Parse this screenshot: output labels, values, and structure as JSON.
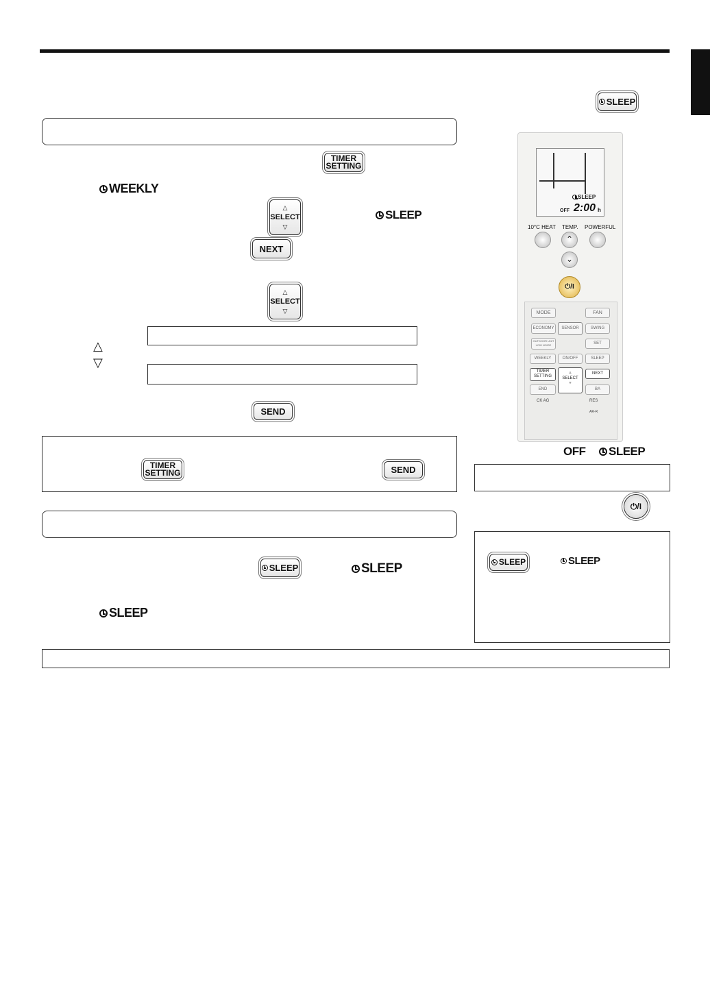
{
  "buttons": {
    "sleep": "SLEEP",
    "timer_setting_1": "TIMER",
    "timer_setting_2": "SETTING",
    "select": "SELECT",
    "next": "NEXT",
    "send": "SEND",
    "power": "⏻/I"
  },
  "labels": {
    "weekly": "WEEKLY",
    "sleep": "SLEEP",
    "off": "OFF"
  },
  "remote": {
    "lcd_mode": "SLEEP",
    "lcd_off": "OFF",
    "lcd_time": "2:00",
    "lcd_suffix": "h",
    "btn_10heat": "10°C HEAT",
    "btn_temp": "TEMP.",
    "btn_powerful": "POWERFUL",
    "btn_mode": "MODE",
    "btn_fan": "FAN",
    "btn_economy": "ECONOMY",
    "btn_sensor": "SENSOR",
    "btn_swing": "SWING",
    "btn_outdoor_1": "OUTDOOR UNIT",
    "btn_outdoor_2": "LOW NOISE",
    "btn_set": "SET",
    "btn_weekly": "WEEKLY",
    "btn_onoff": "ON/OFF",
    "btn_sleep": "SLEEP",
    "btn_timer_1": "TIMER",
    "btn_timer_2": "SETTING",
    "btn_select": "SELECT",
    "btn_next": "NEXT",
    "btn_send": "END",
    "btn_back": "BA",
    "txt_check": "CK AG",
    "txt_reset": "RES",
    "txt_model": "AR-R"
  }
}
